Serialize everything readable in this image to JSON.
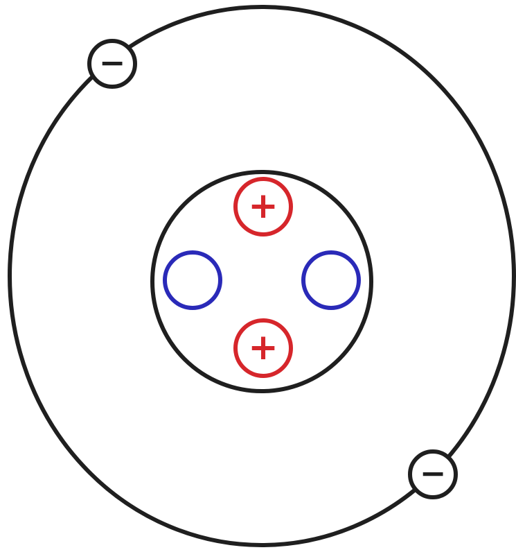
{
  "diagram": {
    "type": "atom-model",
    "colors": {
      "orbit": "#1f1f1f",
      "nucleus": "#1f1f1f",
      "proton": "#d6262b",
      "neutron": "#2a2ab8",
      "electron": "#1f1f1f"
    },
    "symbols": {
      "proton": "+",
      "electron": "−"
    },
    "protons": 2,
    "neutrons": 2,
    "electrons": 2
  }
}
